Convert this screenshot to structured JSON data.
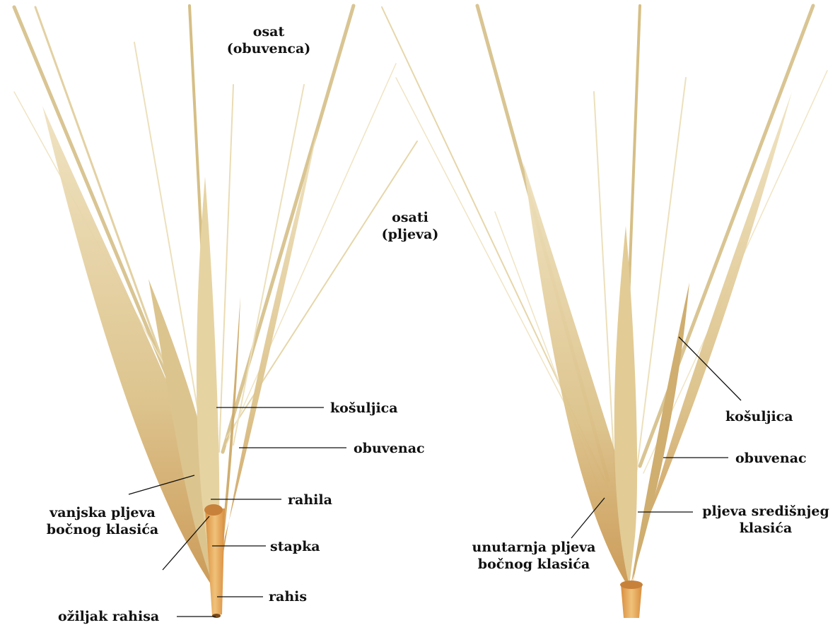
{
  "labels": {
    "osat": "osat",
    "osat_sub": "(obuvenca)",
    "osati": "osati",
    "osati_sub": "(pljeva)",
    "left": {
      "kosuljica": "košuljica",
      "obuvenac": "obuvenac",
      "rahila": "rahila",
      "vanjska_1": "vanjska pljeva",
      "vanjska_2": "bočnog klasića",
      "stapka": "stapka",
      "rahis": "rahis",
      "oziljak": "ožiljak rahisa"
    },
    "right": {
      "kosuljica": "košuljica",
      "obuvenac": "obuvenac",
      "pljeva_1": "pljeva središnjeg",
      "pljeva_2": "klasića",
      "unutarnja_1": "unutarnja pljeva",
      "unutarnja_2": "bočnog klasića"
    }
  },
  "colors": {
    "straw": "#e2cd9c",
    "straw_dark": "#c9a96b",
    "straw_light": "#f0e2bd",
    "base": "#d89a4a"
  }
}
